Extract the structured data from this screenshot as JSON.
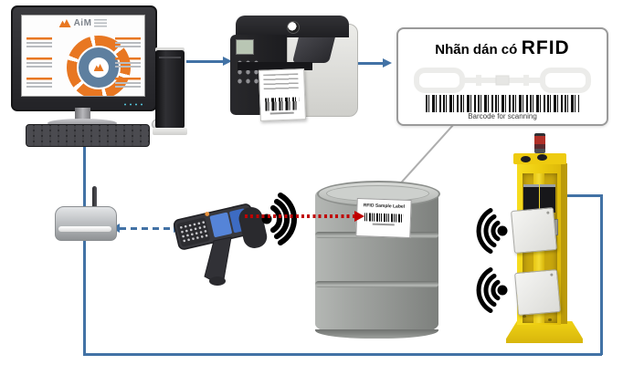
{
  "diagram_title": "RFID tracking system diagram",
  "components": {
    "workstation": {
      "brand": "AiM"
    },
    "rfid_card": {
      "title_prefix": "Nhãn dán có",
      "title_emphasis": "RFID",
      "caption": "Barcode for scanning"
    },
    "drum": {
      "label": "RFID Sample Label"
    }
  },
  "icons": {
    "wireless_signal_icon": ")))",
    "stack_light_icon": "beacon",
    "zebra_logo_icon": "circle-badge"
  },
  "colors": {
    "connector_blue": "#4272a5",
    "signal_red": "#c00000",
    "portal_yellow": "#eecb10",
    "accent_orange": "#e87722",
    "drum_gray": "#9a9d9a"
  }
}
